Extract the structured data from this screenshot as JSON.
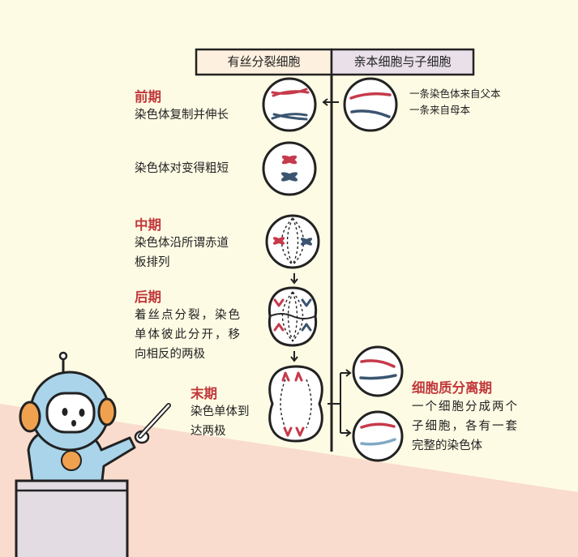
{
  "header": {
    "left": "有丝分裂细胞",
    "right": "亲本细胞与子细胞"
  },
  "stages": [
    {
      "title": "前期",
      "desc": [
        "染色体复制并伸长"
      ]
    },
    {
      "title": "",
      "desc": [
        "染色体对变得粗短"
      ]
    },
    {
      "title": "中期",
      "desc": [
        "染色体沿所谓赤道",
        "板排列"
      ]
    },
    {
      "title": "后期",
      "desc": [
        "着丝点分裂，染色",
        "单体彼此分开，移",
        "向相反的两极"
      ]
    },
    {
      "title": "末期",
      "desc": [
        "染色单体到",
        "达两极"
      ]
    }
  ],
  "parent_note": [
    "一条染色体来自父本",
    "一条来自母本"
  ],
  "cytokinesis": {
    "title": "细胞质分离期",
    "desc": [
      "一个细胞分成两个",
      "子细胞，各有一套",
      "完整的染色体"
    ]
  },
  "colors": {
    "background": "#fefbe4",
    "floor": "#f9dccd",
    "title_red": "#c0393b",
    "chromosome_red": "#c63a4b",
    "chromosome_blue": "#3b5570",
    "header_left_bg": "#fdf0de",
    "header_right_bg": "#e9e0ea",
    "robot_blue": "#a9d4ea",
    "robot_orange": "#f0a14e",
    "podium": "#e3dce2"
  },
  "icons": [
    "robot-teacher-illustration",
    "pointer-stick-icon",
    "podium-illustration"
  ]
}
